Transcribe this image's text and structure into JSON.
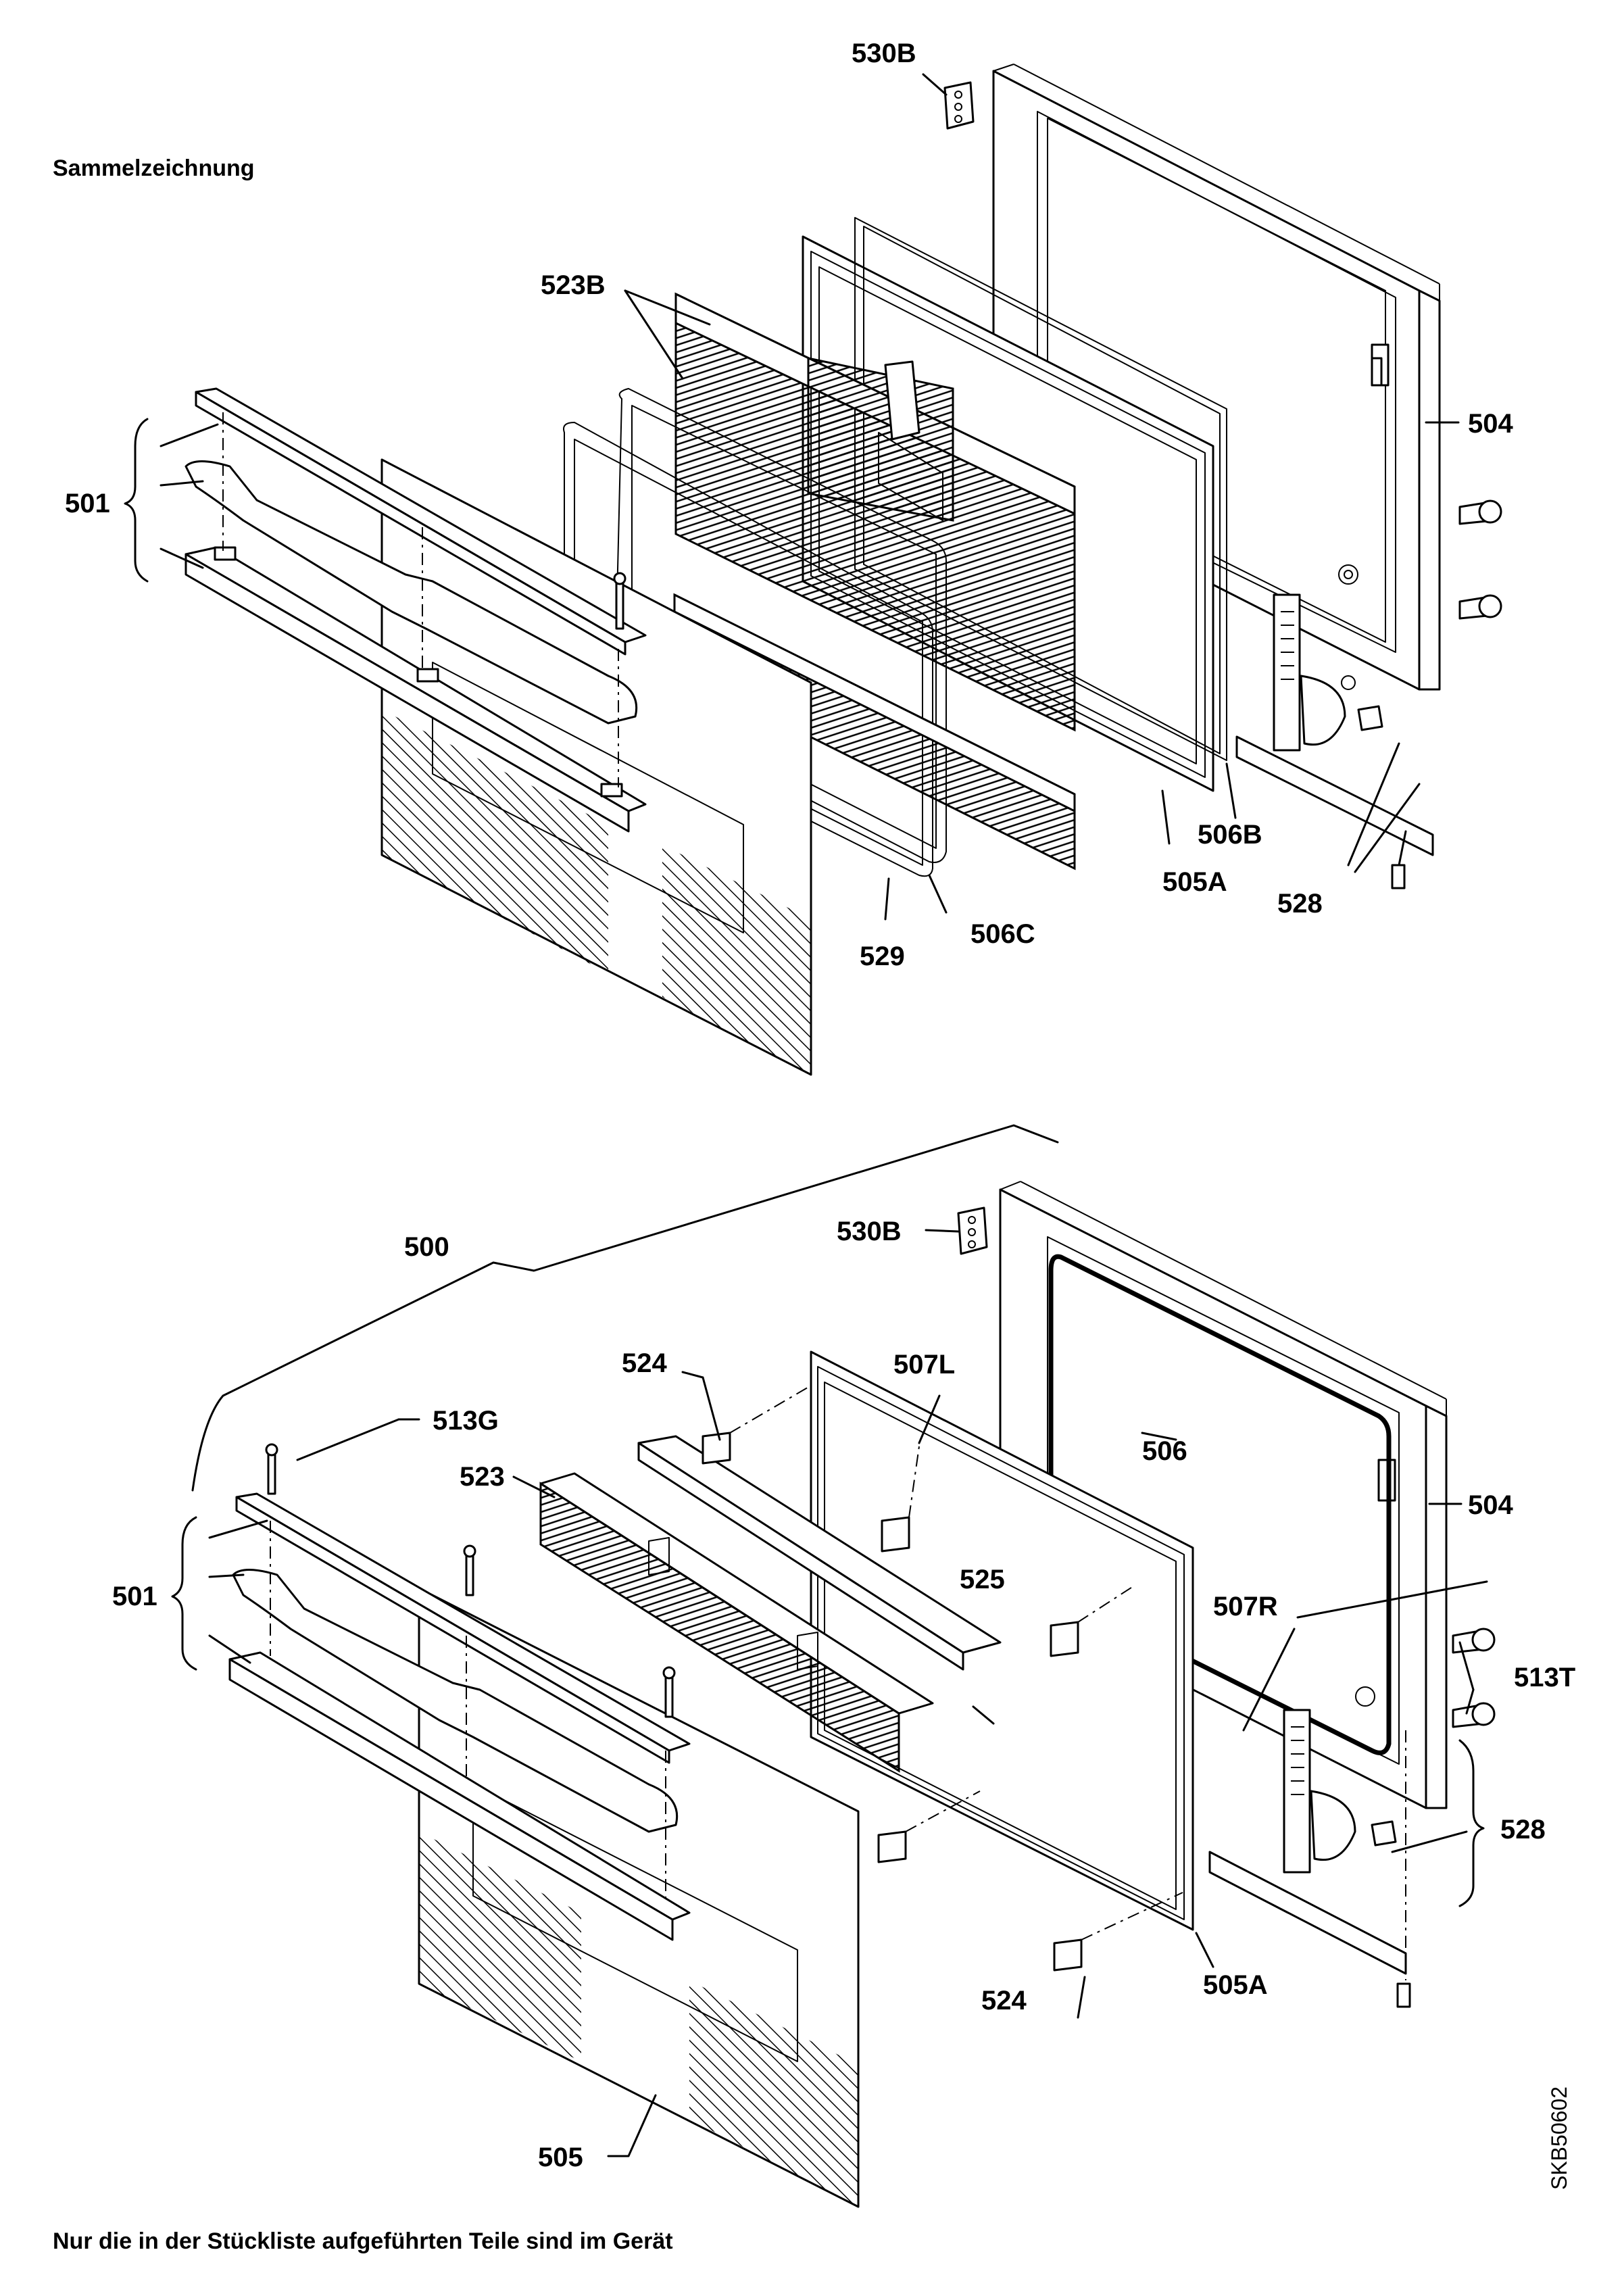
{
  "header": {
    "title": "Sammelzeichnung"
  },
  "footer": {
    "note": "Nur die in der Stückliste aufgeführten Teile sind im Gerät",
    "drawing_id": "SKB50602"
  },
  "top_view": {
    "labels": {
      "l530b": "530B",
      "l523b": "523B",
      "l504": "504",
      "l501": "501",
      "l506b": "506B",
      "l505a": "505A",
      "l528": "528",
      "l529": "529",
      "l506c": "506C"
    }
  },
  "bottom_view": {
    "labels": {
      "l500": "500",
      "l530b": "530B",
      "l524a": "524",
      "l507l": "507L",
      "l513g": "513G",
      "l506": "506",
      "l504": "504",
      "l523": "523",
      "l501": "501",
      "l525": "525",
      "l507r": "507R",
      "l513t": "513T",
      "l528": "528",
      "l524b": "524",
      "l505a": "505A",
      "l505": "505"
    }
  }
}
